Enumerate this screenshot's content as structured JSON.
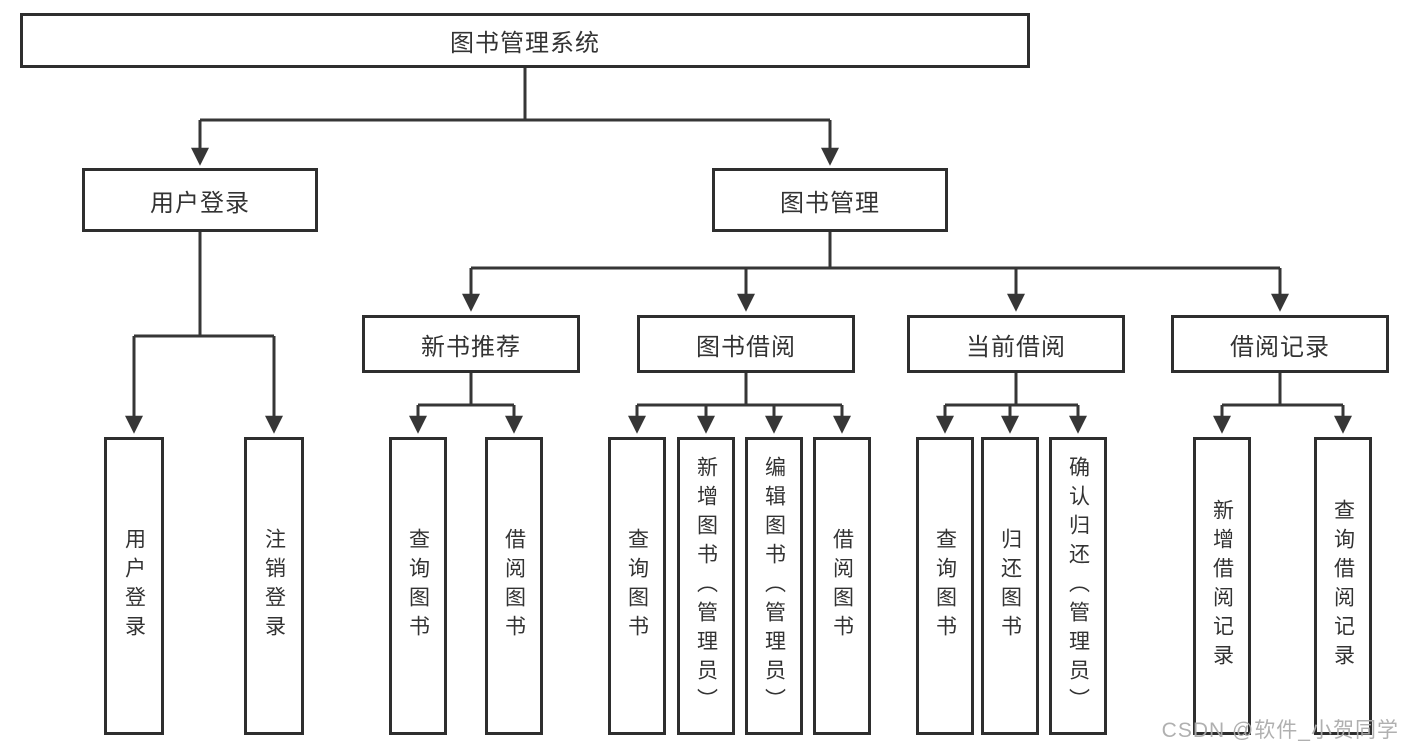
{
  "title": {
    "label": "图书管理系统"
  },
  "branches": {
    "user_login": {
      "label": "用户登录",
      "leaves": [
        {
          "label": "用户登录"
        },
        {
          "label": "注销登录"
        }
      ]
    },
    "book_mgmt": {
      "label": "图书管理"
    }
  },
  "groups": [
    {
      "label": "新书推荐",
      "leaves": [
        {
          "label": "查询图书"
        },
        {
          "label": "借阅图书"
        }
      ]
    },
    {
      "label": "图书借阅",
      "leaves": [
        {
          "label": "查询图书"
        },
        {
          "label": "新增图书（管理员）"
        },
        {
          "label": "编辑图书（管理员）"
        },
        {
          "label": "借阅图书"
        }
      ]
    },
    {
      "label": "当前借阅",
      "leaves": [
        {
          "label": "查询图书"
        },
        {
          "label": "归还图书"
        },
        {
          "label": "确认归还（管理员）"
        }
      ]
    },
    {
      "label": "借阅记录",
      "leaves": [
        {
          "label": "新增借阅记录"
        },
        {
          "label": "查询借阅记录"
        }
      ]
    }
  ],
  "watermark": {
    "text": "CSDN @软件_小贺同学"
  },
  "colors": {
    "line": "#363636",
    "box_border": "#2e2e2e",
    "text": "#333333",
    "watermark": "#acacac",
    "background": "#ffffff"
  }
}
